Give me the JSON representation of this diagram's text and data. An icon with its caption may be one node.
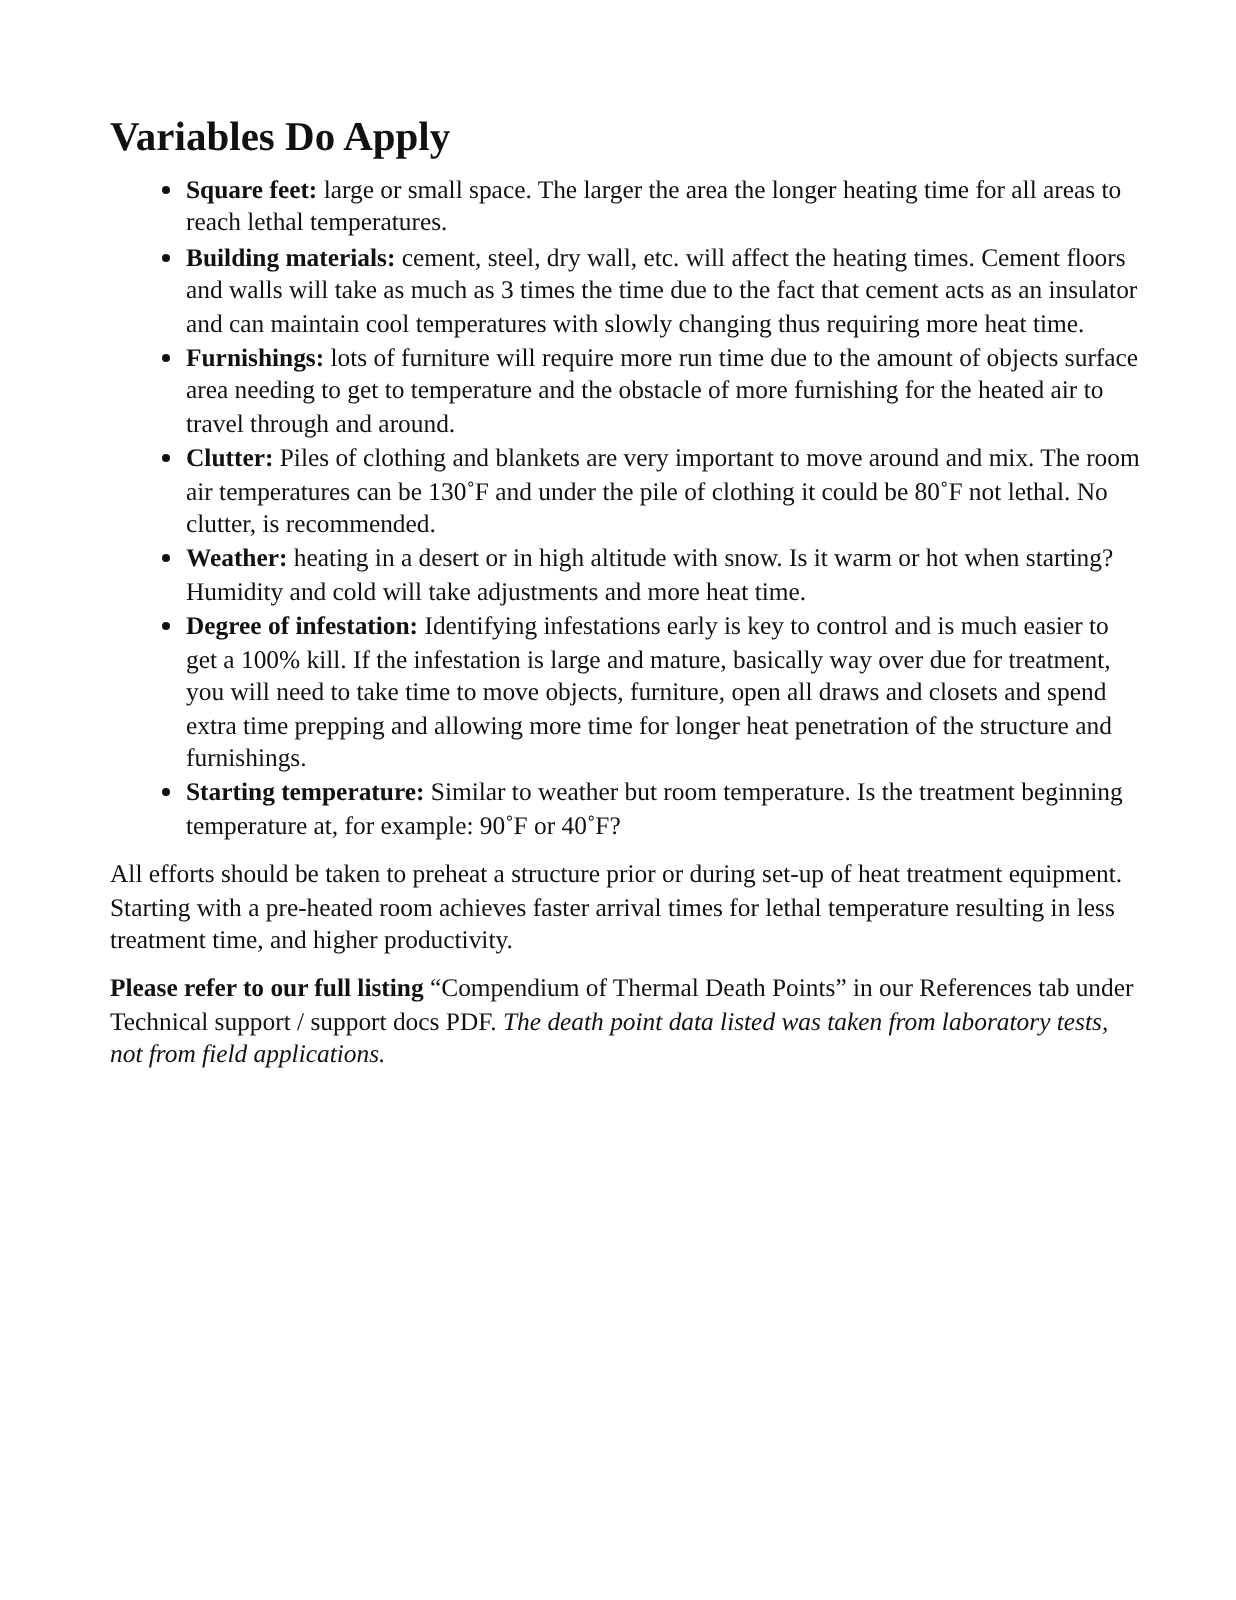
{
  "diagram": {
    "title": "Variables Do Apply",
    "labels": [
      "**Square feet:** large or small space. The larger the area the longer heating time for all areas to reach lethal temperatures.",
      "**Building materials:** cement, steel, dry wall, etc. will affect the heating times. Cement floors and walls will take as much as 3 times the time due to the fact that cement acts as an insulator and can maintain cool temperatures with slowly changing thus requiring more heat time.",
      "**Furnishings:** lots of furniture will require more run time due to the amount of objects surface area needing to get to temperature and the obstacle of more furnishing for the heated air to travel through and around.",
      "**Clutter:** Piles of clothing and blankets are very important to move around and mix. The room air temperatures can be 130˚F and under the pile of clothing it could be 80˚F not lethal. No clutter, is recommended.",
      "**Weather:** heating in a desert or in high altitude with snow. Is it warm or hot when starting? Humidity and cold will take adjustments and more heat time.",
      "**Degree of infestation:** Identifying infestations early is key to control and is much easier to get a 100% kill. If the infestation is large and mature, basically way over due for treatment, you will need to take time to move objects, furniture, open all draws and closets and spend extra time prepping and allowing more time for longer heat penetration of the structure and furnishings.",
      "**Starting temperature:** Similar to weather but room temperature. Is the treatment beginning temperature at, for example: 90˚F or 40˚F?",
      "All efforts should be taken to preheat a structure prior or during set-up of heat treatment equipment. Starting with a pre-heated room achieves faster arrival times for lethal temperature resulting in less treatment time, and higher productivity.",
      "**Please refer to our full listing** “Compendium of Thermal Death Points” in our References tab under Technical support / support docs PDF. *The death point data listed was taken from laboratory tests, not from field applications.*"
    ]
  }
}
